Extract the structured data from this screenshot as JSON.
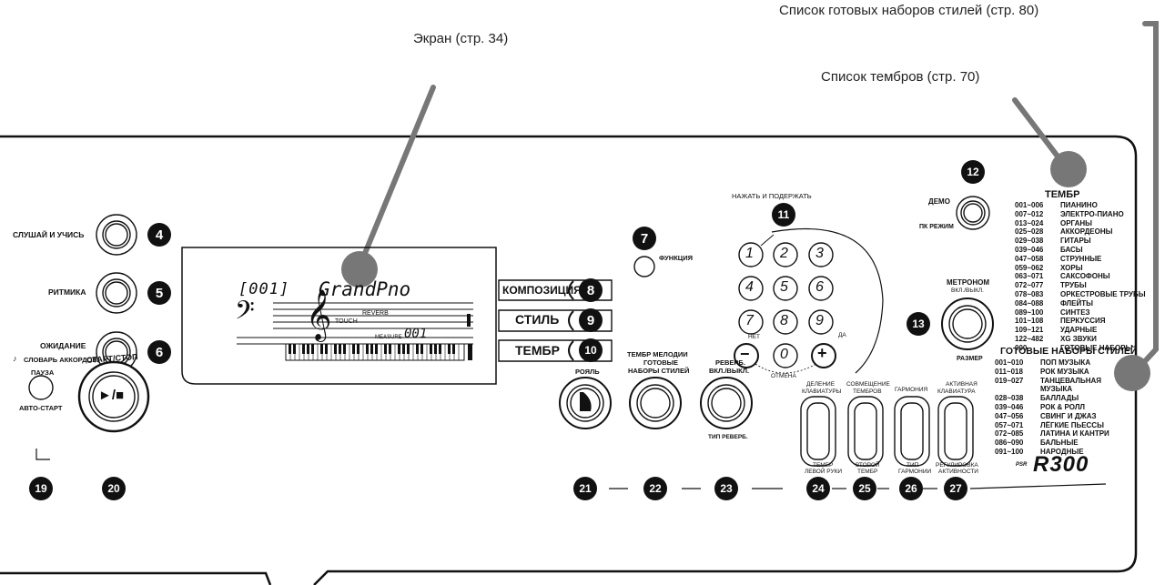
{
  "callouts": {
    "screen": "Экран (стр. 34)",
    "style_list": "Список готовых наборов стилей (стр. 80)",
    "voice_list": "Список тембров (стр. 70)"
  },
  "left": {
    "listen_learn": "СЛУШАЙ И УЧИСЬ",
    "rhythm": "РИТМИКА",
    "waiting": "ОЖИДАНИЕ",
    "chord_dict": "СЛОВАРЬ АККОРДОВ",
    "pause": "ПАУЗА",
    "auto_start": "АВТО-СТАРТ",
    "start_stop": "СТАРТ/СТОП",
    "play_stop_glyph": "►/■"
  },
  "lcd": {
    "number": "[001]",
    "voice": "GrandPno",
    "reverb": "REVERB",
    "touch": "TOUCH",
    "measure": "MEASURE",
    "measure_value": "001"
  },
  "mode_buttons": {
    "song": "КОМПОЗИЦИЯ",
    "style": "СТИЛЬ",
    "voice": "ТЕМБР",
    "melody_voice": "ТЕМБР МЕЛОДИИ",
    "function": "ФУНКЦИЯ"
  },
  "keypad": {
    "press_hold": "НАЖАТЬ И ПОДЕРЖАТЬ",
    "digits": [
      "1",
      "2",
      "3",
      "4",
      "5",
      "6",
      "7",
      "8",
      "9",
      "0"
    ],
    "minus": "−",
    "plus": "+",
    "no": "НЕТ",
    "yes": "ДА",
    "cancel": "ОТМЕНА"
  },
  "bottom": {
    "piano": "РОЯЛЬ",
    "preset_styles_1": "ГОТОВЫЕ",
    "preset_styles_2": "НАБОРЫ СТИЛЕЙ",
    "reverb_1": "РЕВЕРБ.",
    "reverb_2": "ВКЛ./ВЫКЛ.",
    "reverb_type": "ТИП РЕВЕРБ.",
    "split_1": "ДЕЛЕНИЕ",
    "split_2": "КЛАВИАТУРЫ",
    "dual_1": "СОВМЕЩЕНИЕ",
    "dual_2": "ТЕМБРОВ",
    "harmony": "ГАРМОНИЯ",
    "touch_1": "АКТИВНАЯ",
    "touch_2": "КЛАВИАТУРА",
    "left_voice_1": "ТЕМБР",
    "left_voice_2": "ЛЕВОЙ РУКИ",
    "dual_voice_1": "ВТОРОЙ",
    "dual_voice_2": "ТЕМБР",
    "harm_type_1": "ТИП",
    "harm_type_2": "ГАРМОНИИ",
    "touch_adj_1": "РЕГУЛИРОВКА",
    "touch_adj_2": "АКТИВНОСТИ",
    "logo_prefix": "PSR",
    "logo": "R300"
  },
  "right": {
    "demo": "ДЕМО",
    "pc_mode": "ПК РЕЖИМ",
    "metronome_1": "МЕТРОНОМ",
    "metronome_2": "ВКЛ./ВЫКЛ.",
    "time_sig": "РАЗМЕР"
  },
  "numbers": {
    "n4": "4",
    "n5": "5",
    "n6": "6",
    "n7": "7",
    "n8": "8",
    "n9": "9",
    "n10": "10",
    "n11": "11",
    "n12": "12",
    "n13": "13",
    "n19": "19",
    "n20": "20",
    "n21": "21",
    "n22": "22",
    "n23": "23",
    "n24": "24",
    "n25": "25",
    "n26": "26",
    "n27": "27"
  },
  "voice_list": {
    "title": "ТЕМБР",
    "rows": [
      [
        "001~006",
        "ПИАНИНО"
      ],
      [
        "007~012",
        "ЭЛЕКТРО-ПИАНО"
      ],
      [
        "013~024",
        "ОРГАНЫ"
      ],
      [
        "025~028",
        "АККОРДЕОНЫ"
      ],
      [
        "029~038",
        "ГИТАРЫ"
      ],
      [
        "039~046",
        "БАСЫ"
      ],
      [
        "047~058",
        "СТРУННЫЕ"
      ],
      [
        "059~062",
        "ХОРЫ"
      ],
      [
        "063~071",
        "САКСОФОНЫ"
      ],
      [
        "072~077",
        "ТРУБЫ"
      ],
      [
        "078~083",
        "ОРКЕСТРОВЫЕ ТРУБЫ"
      ],
      [
        "084~088",
        "ФЛЕЙТЫ"
      ],
      [
        "089~100",
        "СИНТЕЗ"
      ],
      [
        "101~108",
        "ПЕРКУССИЯ"
      ],
      [
        "109~121",
        "УДАРНЫЕ"
      ],
      [
        "122~482",
        "XG ЗВУКИ"
      ],
      [
        "000",
        "ГОТОВЫЕ НАБОРЫ"
      ]
    ]
  },
  "style_list": {
    "title": "ГОТОВЫЕ НАБОРЫ СТИЛЕЙ",
    "rows": [
      [
        "001~010",
        "ПОП МУЗЫКА"
      ],
      [
        "011~018",
        "РОК МУЗЫКА"
      ],
      [
        "019~027",
        "ТАНЦЕВАЛЬНАЯ"
      ],
      [
        "",
        "МУЗЫКА"
      ],
      [
        "028~038",
        "БАЛЛАДЫ"
      ],
      [
        "039~046",
        "РОК & РОЛЛ"
      ],
      [
        "047~056",
        "СВИНГ И ДЖАЗ"
      ],
      [
        "057~071",
        "ЛЁГКИЕ ПЬЕССЫ"
      ],
      [
        "072~085",
        "ЛАТИНА И КАНТРИ"
      ],
      [
        "086~090",
        "БАЛЬНЫЕ"
      ],
      [
        "091~100",
        "НАРОДНЫЕ"
      ]
    ]
  }
}
